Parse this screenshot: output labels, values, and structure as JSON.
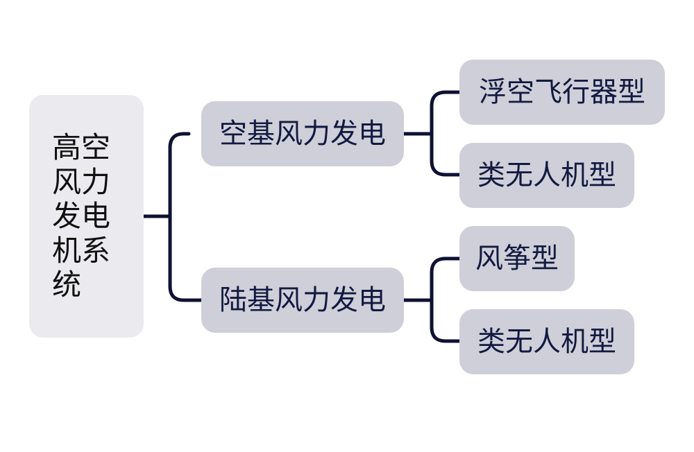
{
  "root": {
    "label": "高空风力发电机系统"
  },
  "branches": [
    {
      "label": "空基风力发电",
      "children": [
        {
          "label": "浮空飞行器型"
        },
        {
          "label": "类无人机型"
        }
      ]
    },
    {
      "label": "陆基风力发电",
      "children": [
        {
          "label": "风筝型"
        },
        {
          "label": "类无人机型"
        }
      ]
    }
  ],
  "colors": {
    "root_fill": "#ebebef",
    "node_fill": "#cfcfd9",
    "node_text": "#121a40",
    "connector": "#0e1132"
  }
}
